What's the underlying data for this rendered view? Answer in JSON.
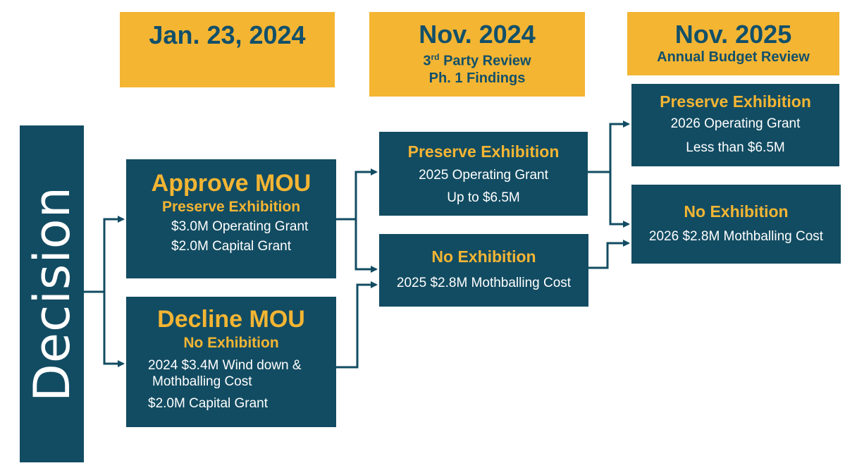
{
  "colors": {
    "navy": "#124c62",
    "gold": "#f4b533",
    "header_text": "#12506a"
  },
  "decision_label": "Decision",
  "headers": [
    {
      "date": "Jan. 23, 2024",
      "lines": []
    },
    {
      "date": "Nov. 2024",
      "ordinal_num": "3",
      "ordinal_sup": "rd",
      "ordinal_rest": " Party Review",
      "line2": "Ph. 1 Findings"
    },
    {
      "date": "Nov. 2025",
      "line1": "Annual Budget Review"
    }
  ],
  "nodes": {
    "approve": {
      "title": "Approve MOU",
      "subtitle": "Preserve Exhibition",
      "lines": [
        "$3.0M Operating Grant",
        "$2.0M Capital Grant"
      ]
    },
    "decline": {
      "title": "Decline MOU",
      "subtitle": "No Exhibition",
      "lines": [
        "2024 $3.4M Wind down &",
        "Mothballing Cost",
        "$2.0M Capital Grant"
      ]
    },
    "preserve_2025": {
      "title": "Preserve Exhibition",
      "lines": [
        "2025 Operating Grant",
        "Up to $6.5M"
      ]
    },
    "no_exhibition_2025": {
      "title": "No Exhibition",
      "lines": [
        "2025 $2.8M Mothballing Cost"
      ]
    },
    "preserve_2026": {
      "title": "Preserve Exhibition",
      "lines": [
        "2026 Operating Grant",
        "Less than $6.5M"
      ]
    },
    "no_exhibition_2026": {
      "title": "No Exhibition",
      "lines": [
        "2026 $2.8M Mothballing Cost"
      ]
    }
  }
}
